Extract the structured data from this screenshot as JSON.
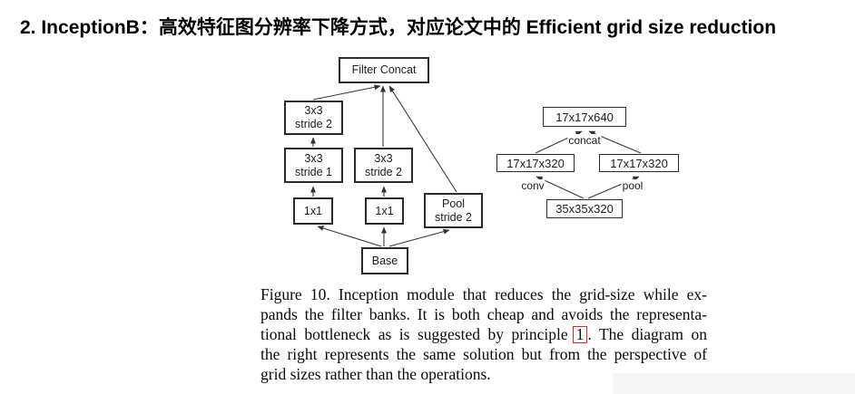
{
  "title": "2. InceptionB：高效特征图分辨率下降方式，对应论文中的 Efficient grid size reduction",
  "figure": {
    "left_diagram": {
      "filter_concat": "Filter Concat",
      "conv3x3_s2_a": "3x3\nstride 2",
      "conv3x3_s1": "3x3\nstride 1",
      "conv3x3_s2_b": "3x3\nstride 2",
      "conv1x1_a": "1x1",
      "conv1x1_b": "1x1",
      "pool_s2": "Pool\nstride 2",
      "base": "Base"
    },
    "right_diagram": {
      "top": "17x17x640",
      "left": "17x17x320",
      "right": "17x17x320",
      "bottom": "35x35x320",
      "concat_label": "concat",
      "conv_label": "conv",
      "pool_label": "pool"
    }
  },
  "caption": {
    "line1": "Figure 10. Inception module that reduces the grid-size while ex-",
    "line2": "pands the filter banks. It is both cheap and avoids the representa-",
    "line3_pre": "tional bottleneck as is suggested by principle",
    "line3_ref": "1",
    "line3_post": ". The diagram on",
    "line4": "the right represents the same solution but from the perspective of",
    "line5": "grid sizes rather than the operations."
  },
  "colors": {
    "ref_box_border": "#ee2222",
    "node_border": "#2b2b2b",
    "edge_stroke": "#3a3a3a"
  }
}
